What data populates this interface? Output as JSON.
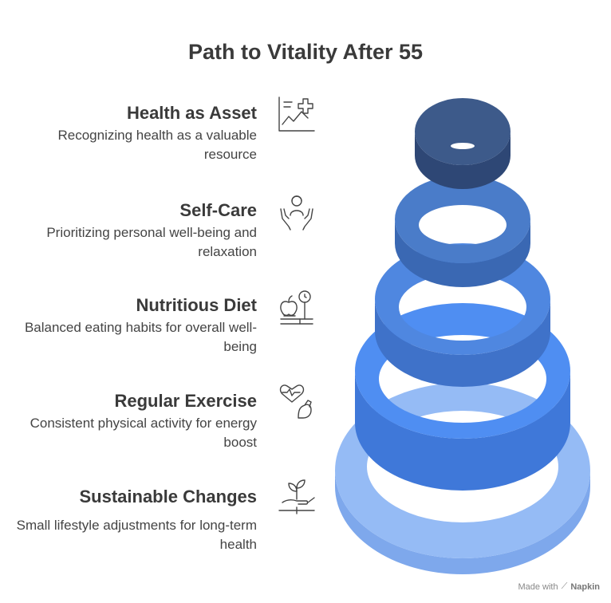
{
  "title": "Path to Vitality After 55",
  "items": [
    {
      "title": "Health as Asset",
      "desc": "Recognizing health as a valuable resource",
      "icon": "health-chart-icon"
    },
    {
      "title": "Self-Care",
      "desc": "Prioritizing personal well-being and relaxation",
      "icon": "self-care-person-icon"
    },
    {
      "title": "Nutritious Diet",
      "desc": "Balanced eating habits for overall well-being",
      "icon": "apple-scale-icon"
    },
    {
      "title": "Regular Exercise",
      "desc": "Consistent physical activity for energy boost",
      "icon": "heart-arm-icon"
    },
    {
      "title": "Sustainable Changes",
      "desc": "Small lifestyle adjustments for long-term health",
      "icon": "plant-hand-icon"
    }
  ],
  "rings": [
    {
      "level": "Health as Asset",
      "color": "#3d5a8a",
      "inner": "#2e4775"
    },
    {
      "level": "Self-Care",
      "color": "#4a7cc9",
      "inner": "#3a68b3"
    },
    {
      "level": "Nutritious Diet",
      "color": "#4f87e0",
      "inner": "#3f72c9"
    },
    {
      "level": "Regular Exercise",
      "color": "#4f8ef2",
      "inner": "#3f78d9"
    },
    {
      "level": "Sustainable Changes",
      "color": "#95bbf5",
      "inner": "#7ea8ec"
    }
  ],
  "footer": {
    "made_with": "Made with",
    "brand": "Napkin"
  }
}
